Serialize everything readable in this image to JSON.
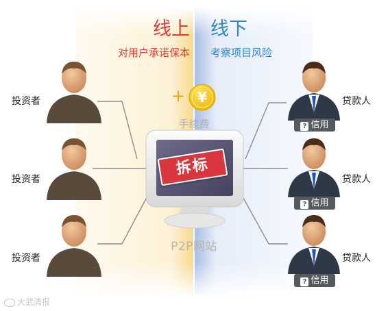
{
  "online": {
    "title": "线上",
    "subtitle": "对用户承诺保本"
  },
  "offline": {
    "title": "线下",
    "subtitle": "考察项目风险"
  },
  "fee": {
    "symbol": "¥",
    "plus": "+",
    "label": "手续费"
  },
  "platform": {
    "label": "P2P网站",
    "badge": "拆标"
  },
  "investors": [
    {
      "label": "投资者"
    },
    {
      "label": "投资者"
    },
    {
      "label": "投资者"
    }
  ],
  "borrowers": [
    {
      "label": "贷款人",
      "credit": "信用",
      "credit_q": "?"
    },
    {
      "label": "贷款人",
      "credit": "信用",
      "credit_q": "?"
    },
    {
      "label": "贷款人",
      "credit": "信用",
      "credit_q": "?"
    }
  ],
  "watermark": "大武清报",
  "colors": {
    "online": "#e03a35",
    "offline": "#2e86c9",
    "coin": "#f6c200",
    "badge": "#d9363e"
  }
}
